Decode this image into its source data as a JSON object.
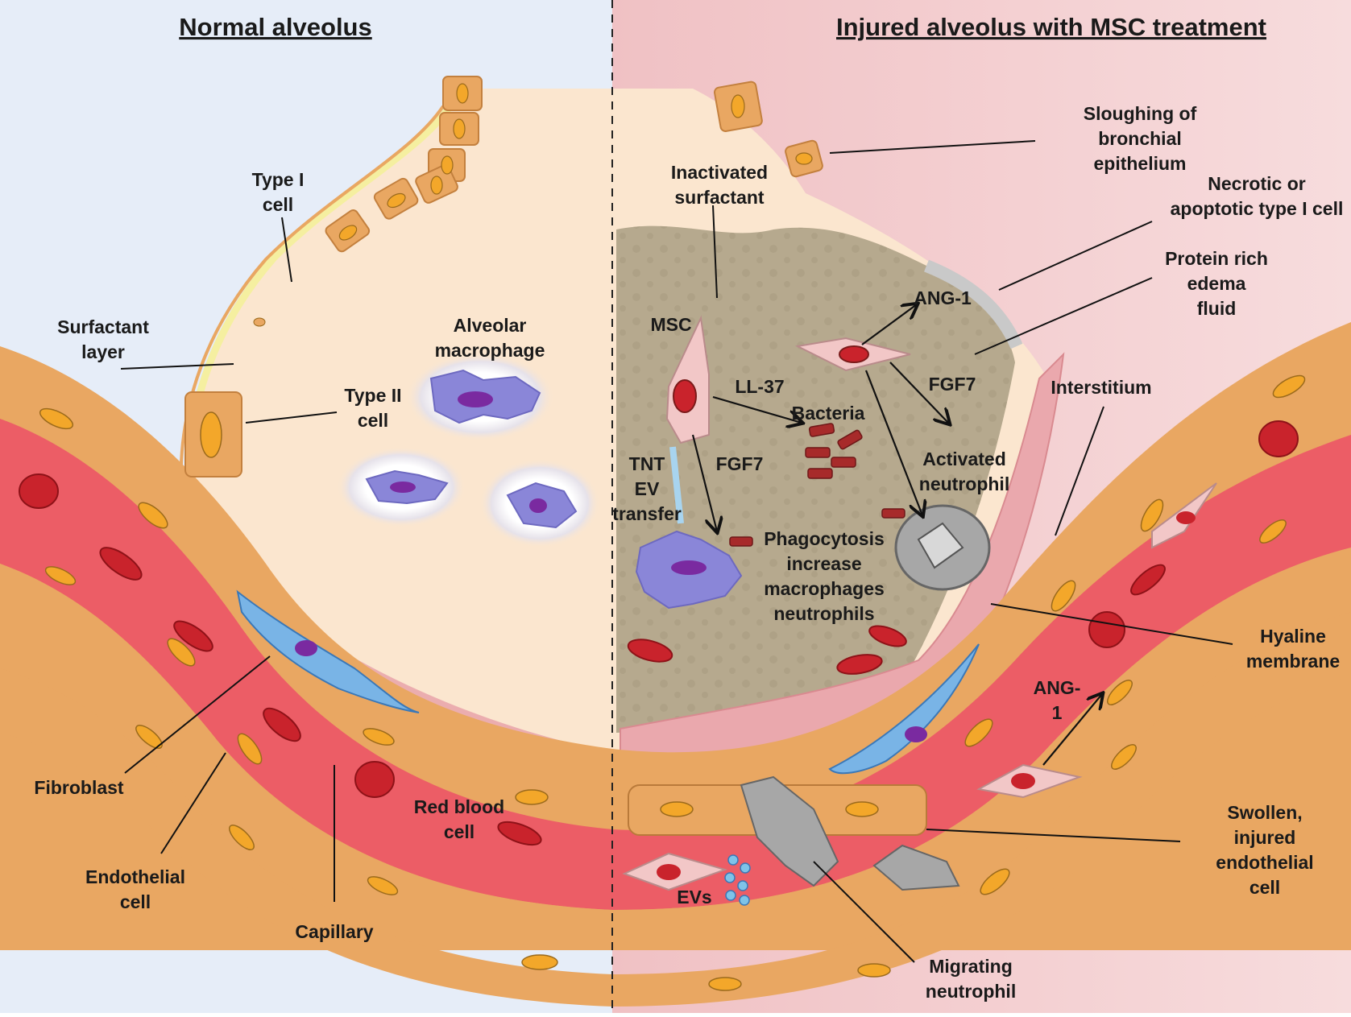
{
  "titles": {
    "left": "Normal alveolus",
    "right": "Injured alveolus with MSC treatment"
  },
  "labels": {
    "type1_cell": [
      "Type I",
      "cell"
    ],
    "surfactant_layer": [
      "Surfactant",
      "layer"
    ],
    "type2_cell": [
      "Type II",
      "cell"
    ],
    "alveolar_macrophage": [
      "Alveolar",
      "macrophage"
    ],
    "fibroblast": [
      "Fibroblast"
    ],
    "endothelial_cell": [
      "Endothelial",
      "cell"
    ],
    "capillary": [
      "Capillary"
    ],
    "red_blood_cell": [
      "Red blood",
      "cell"
    ],
    "inactivated_surfactant": [
      "Inactivated",
      "surfactant"
    ],
    "msc": [
      "MSC"
    ],
    "ll37": [
      "LL-37"
    ],
    "bacteria": [
      "Bacteria"
    ],
    "fgf7_left": [
      "FGF7"
    ],
    "tnt_ev_transfer": [
      "TNT",
      "EV",
      "transfer"
    ],
    "phagocytosis": [
      "Phagocytosis",
      "increase",
      "macrophages",
      "neutrophils"
    ],
    "ang1_top": [
      "ANG-1"
    ],
    "fgf7_right": [
      "FGF7"
    ],
    "activated_neutrophil": [
      "Activated",
      "neutrophil"
    ],
    "sloughing": [
      "Sloughing of",
      "bronchial",
      "epithelium"
    ],
    "necrotic": [
      "Necrotic or",
      "apoptotic type I cell"
    ],
    "protein_edema": [
      "Protein rich",
      "edema",
      "fluid"
    ],
    "interstitium": [
      "Interstitium"
    ],
    "hyaline_membrane": [
      "Hyaline",
      "membrane"
    ],
    "ang1_bottom": [
      "ANG-",
      "1"
    ],
    "swollen_endothelial": [
      "Swollen,",
      "injured",
      "endothelial",
      "cell"
    ],
    "evs": [
      "EVs"
    ],
    "migrating_neutrophil": [
      "Migrating",
      "neutrophil"
    ]
  },
  "colors": {
    "left_background": "#e6edf8",
    "right_background": "#f3c9cc",
    "alveolus_lumen": "#fbe6cf",
    "edema_fluid": "#b6a98e",
    "epithelium": "#e9a762",
    "capillary_blood": "#ec5d66",
    "red_blood_cell": "#c9232c",
    "macrophage": "#8a86d8",
    "msc_cell": "#f2c7c7",
    "fibroblast": "#79b4e6",
    "hyaline": "#eaa8ad",
    "neutrophil": "#a7a7a7",
    "bacteria": "#a72a2a"
  }
}
